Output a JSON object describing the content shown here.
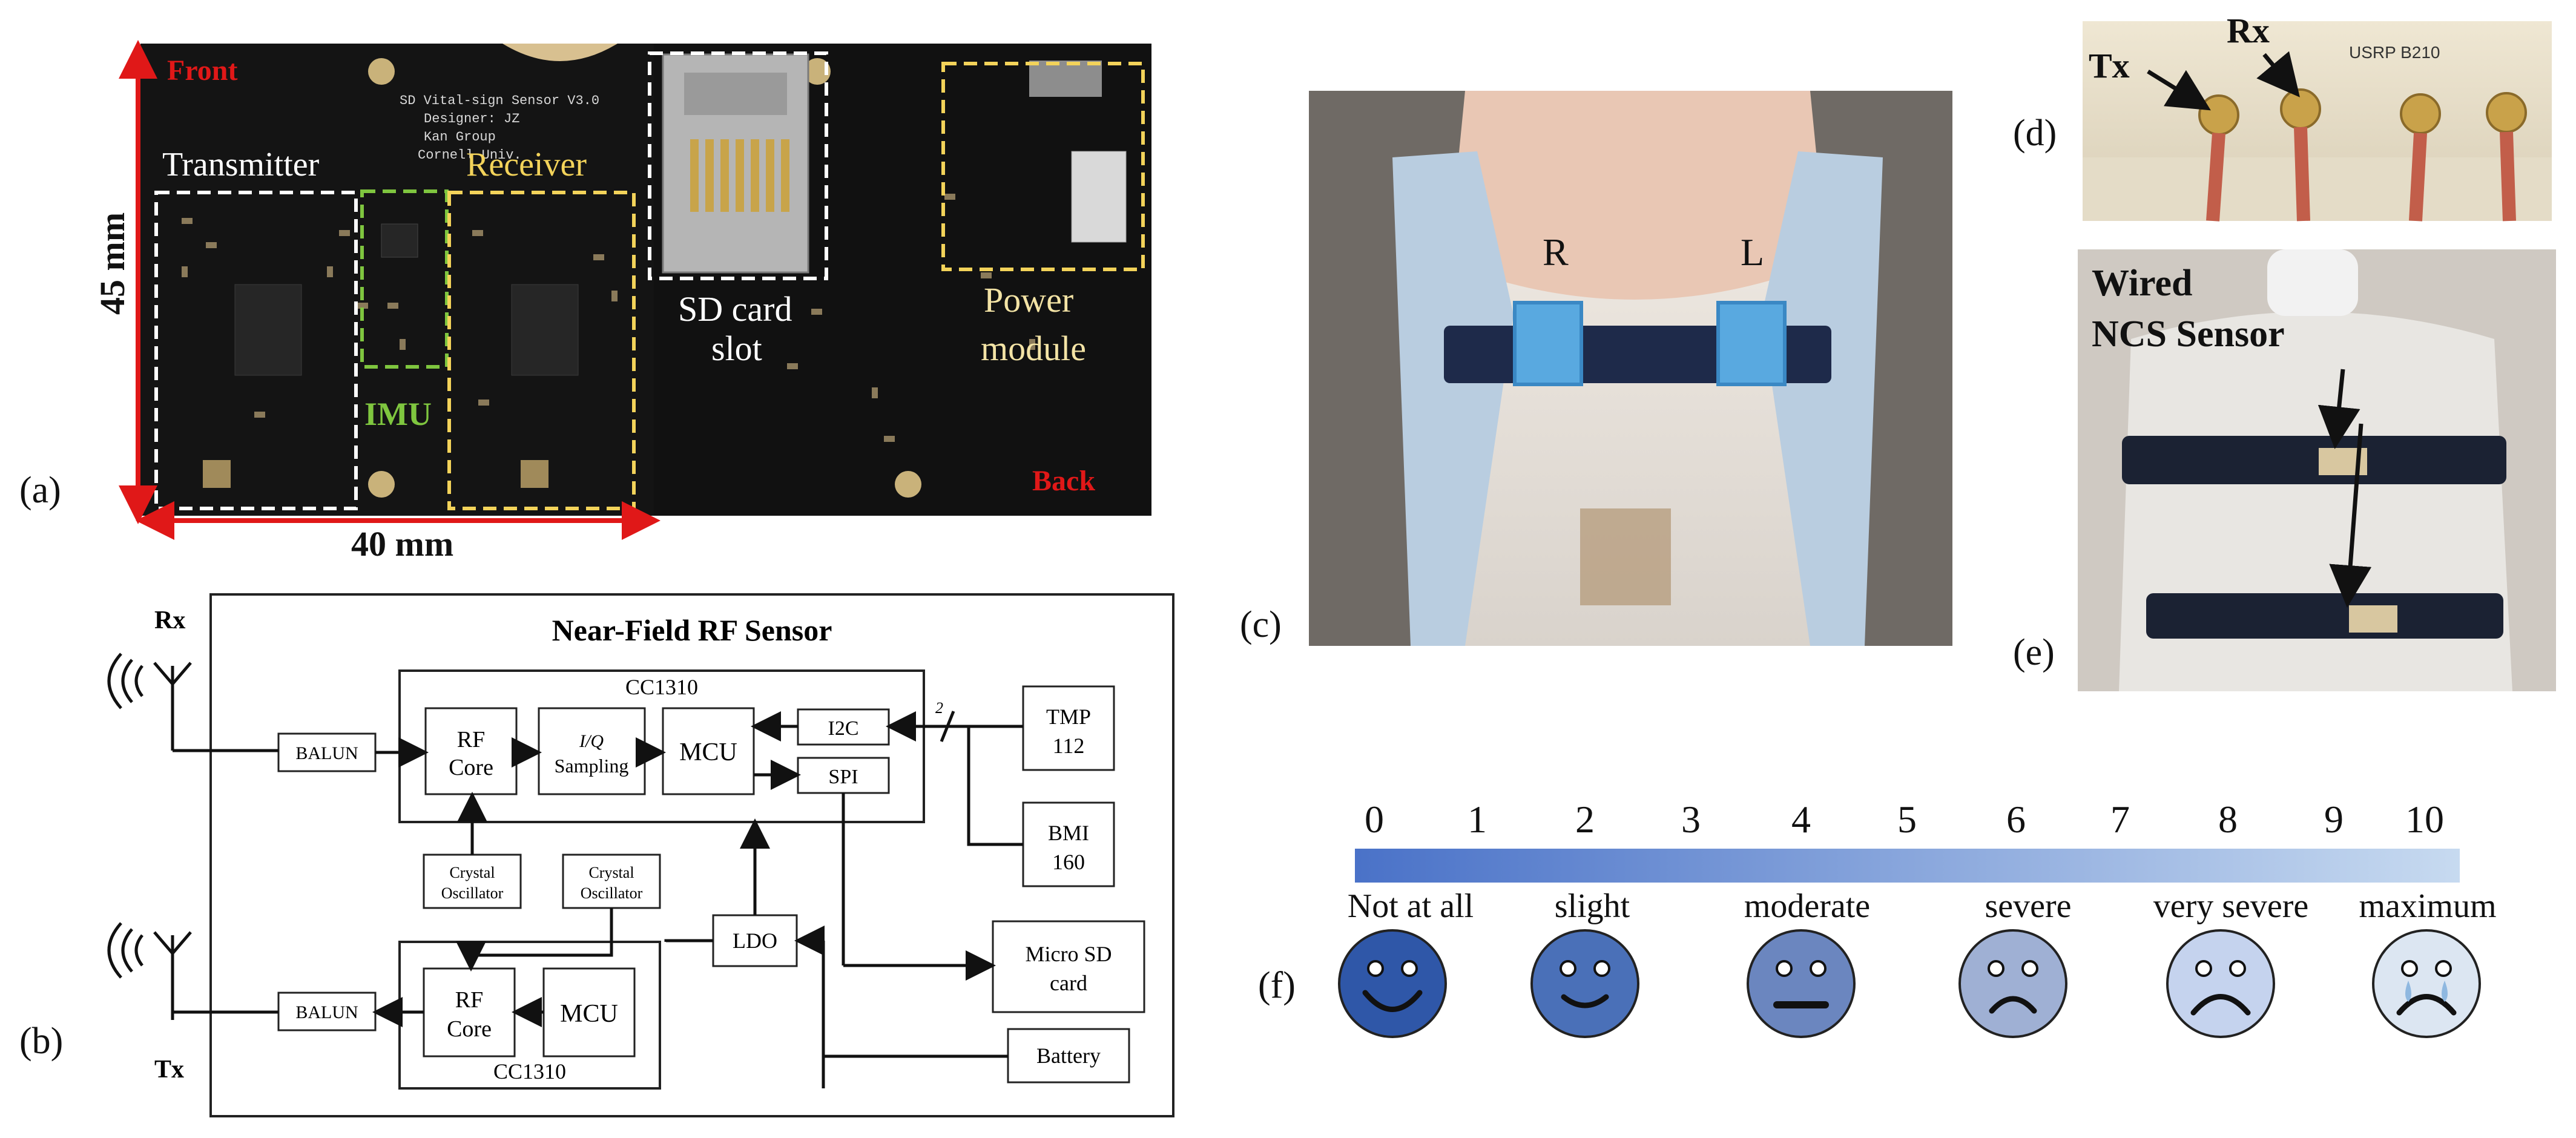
{
  "panel_labels": {
    "a": "(a)",
    "b": "(b)",
    "c": "(c)",
    "d": "(d)",
    "e": "(e)",
    "f": "(f)"
  },
  "pcb": {
    "front_label": "Front",
    "back_label": "Back",
    "dim_height": "45 mm",
    "dim_width": "40 mm",
    "transmitter": "Transmitter",
    "receiver": "Receiver",
    "imu": "IMU",
    "sd_slot_line1": "SD card",
    "sd_slot_line2": "slot",
    "power_line1": "Power",
    "power_line2": "module",
    "silk_line1": "SD Vital-sign Sensor V3.0",
    "silk_line2": "Designer: JZ",
    "silk_line3": "Kan Group",
    "silk_line4": "Cornell Univ."
  },
  "block_diagram": {
    "title": "Near-Field RF Sensor",
    "rx": "Rx",
    "tx": "Tx",
    "balun_rx": "BALUN",
    "balun_tx": "BALUN",
    "cc1310_top": "CC1310",
    "cc1310_bottom": "CC1310",
    "rf_core_line1": "RF",
    "rf_core_line2": "Core",
    "iq_line1": "I/Q",
    "iq_line2": "Sampling",
    "mcu_top": "MCU",
    "i2c": "I2C",
    "spi": "SPI",
    "bus_width": "2",
    "tmp_line1": "TMP",
    "tmp_line2": "112",
    "bmi_line1": "BMI",
    "bmi_line2": "160",
    "xo1_line1": "Crystal",
    "xo1_line2": "Oscillator",
    "xo2_line1": "Crystal",
    "xo2_line2": "Oscillator",
    "ldo": "LDO",
    "rf_tx_line1": "RF",
    "rf_tx_line2": "Core",
    "mcu_bottom": "MCU",
    "sd_line1": "Micro SD",
    "sd_line2": "card",
    "battery": "Battery"
  },
  "photo_c": {
    "label_r": "R",
    "label_l": "L"
  },
  "photo_d": {
    "tx": "Tx",
    "rx": "Rx",
    "device": "USRP B210"
  },
  "photo_e": {
    "line1": "Wired",
    "line2": "NCS Sensor"
  },
  "scale": {
    "numbers": [
      "0",
      "1",
      "2",
      "3",
      "4",
      "5",
      "6",
      "7",
      "8",
      "9",
      "10"
    ],
    "levels": [
      "Not at all",
      "slight",
      "moderate",
      "severe",
      "very severe",
      "maximum"
    ],
    "gradient_start": "#4a72c8",
    "gradient_end": "#c7daf0",
    "face_colors": [
      "#2f57a8",
      "#4a70b8",
      "#6b86bf",
      "#9fb0d4",
      "#c5d3ee",
      "#dce6f2"
    ]
  }
}
